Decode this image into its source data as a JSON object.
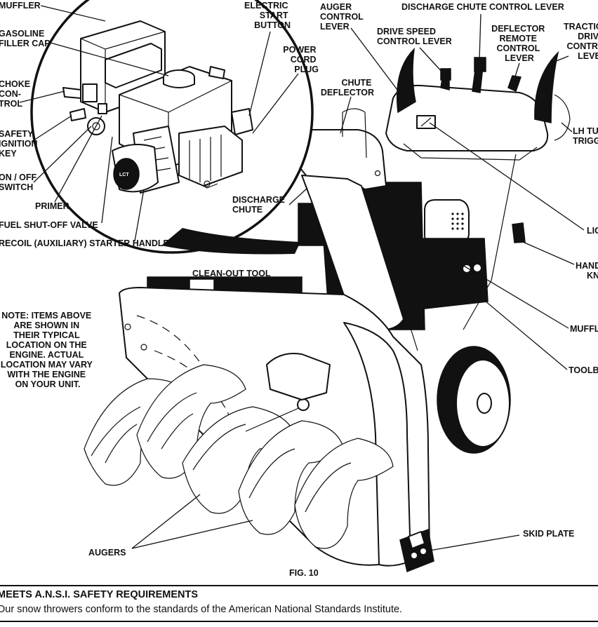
{
  "labels": {
    "muffler_top": "MUFFLER",
    "gasoline": [
      "GASOLINE",
      "FILLER CAP"
    ],
    "choke": [
      "CHOKE",
      "CON-",
      "TROL"
    ],
    "safety": [
      "SAFETY",
      "IGNITION",
      "KEY"
    ],
    "onoff": [
      "ON / OFF",
      "SWITCH"
    ],
    "primer": "PRIMER",
    "fuel": "FUEL SHUT-OFF VALVE",
    "recoil": "RECOIL (AUXILIARY) STARTER HANDLE",
    "electric": [
      "ELECTRIC",
      "START",
      "BUTTON"
    ],
    "power": [
      "POWER",
      "CORD",
      "PLUG"
    ],
    "auger_ctrl": [
      "AUGER",
      "CONTROL",
      "LEVER"
    ],
    "discharge_ctrl": "DISCHARGE CHUTE CONTROL LEVER",
    "drive_speed": [
      "DRIVE SPEED",
      "CONTROL LEVER"
    ],
    "deflector_remote": [
      "DEFLECTOR",
      "REMOTE",
      "CONTROL",
      "LEVER"
    ],
    "traction": [
      "TRACTION",
      "DRIVE",
      "CONTROL",
      "LEVER"
    ],
    "chute_deflector": [
      "CHUTE",
      "DEFLECTOR"
    ],
    "lh_turn": [
      "LH TURN",
      "TRIGGER"
    ],
    "discharge_chute": [
      "DISCHARGE",
      "CHUTE"
    ],
    "light": "LIGHT",
    "handle_knob": [
      "HANDLE",
      "KNOB"
    ],
    "clean_out": "CLEAN-OUT TOOL",
    "muffler_right": "MUFFLER",
    "toolbox": "TOOLBOX",
    "note": [
      "NOTE: ITEMS ABOVE",
      "ARE SHOWN IN",
      "THEIR TYPICAL",
      "LOCATION ON THE",
      "ENGINE.  ACTUAL",
      "LOCATION MAY VARY",
      "WITH THE ENGINE",
      "ON YOUR UNIT."
    ],
    "skid_plate": "SKID PLATE",
    "augers": "AUGERS",
    "fig": "FIG. 10"
  },
  "footer": {
    "title": "MEETS A.N.S.I. SAFETY REQUIREMENTS",
    "text": "Our snow throwers conform to the standards of the American National Standards Institute."
  }
}
